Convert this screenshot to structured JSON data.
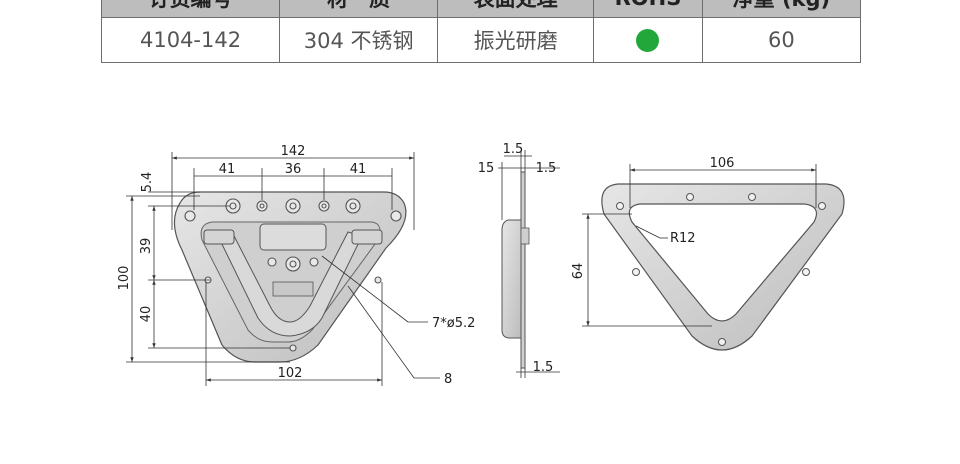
{
  "table": {
    "headers": [
      "订货编号",
      "材　质",
      "表面处理",
      "ROHS",
      "净重 (kg)"
    ],
    "row": {
      "part_no": "4104-142",
      "material": "304 不锈钢",
      "finish": "振光研磨",
      "rohs_color": "#22a83a",
      "weight": "60"
    }
  },
  "front_view": {
    "dims": {
      "overall_width": "142",
      "hole_pitch_left": "41",
      "hole_pitch_mid": "36",
      "hole_pitch_right": "41",
      "top_offset": "5.4",
      "overall_height": "100",
      "upper_height": "39",
      "lower_height": "40",
      "bottom_width": "102",
      "hole_callout": "7*ø5.2",
      "part_callout": "8"
    }
  },
  "side_view": {
    "dims": {
      "top_thickness": "1.5",
      "depth": "15",
      "flange": "1.5",
      "bottom_thickness": "1.5"
    }
  },
  "plate_view": {
    "dims": {
      "width": "106",
      "height": "64",
      "radius": "R12"
    }
  }
}
